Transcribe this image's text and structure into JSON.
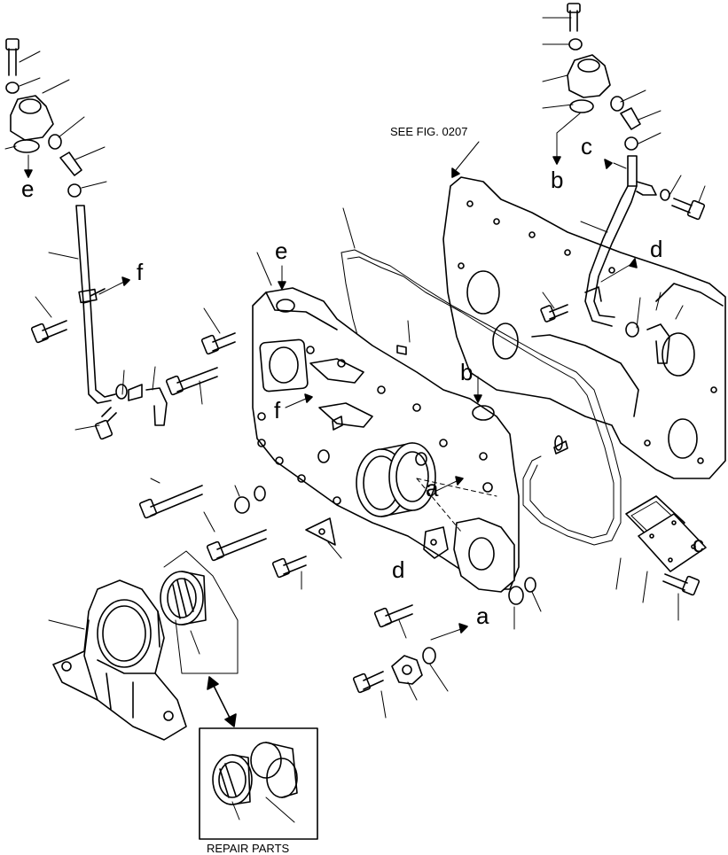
{
  "figure": {
    "see_fig_note": "SEE FIG. 0207",
    "repair_parts_caption": "REPAIR PARTS",
    "letters": {
      "a_lower": "a",
      "a_right": "a",
      "b_top": "b",
      "b_center": "b",
      "c_top": "c",
      "c_right": "c",
      "d_top": "d",
      "d_center": "d",
      "e_top": "e",
      "e_left": "e",
      "f_left": "f",
      "f_center": "f"
    }
  }
}
